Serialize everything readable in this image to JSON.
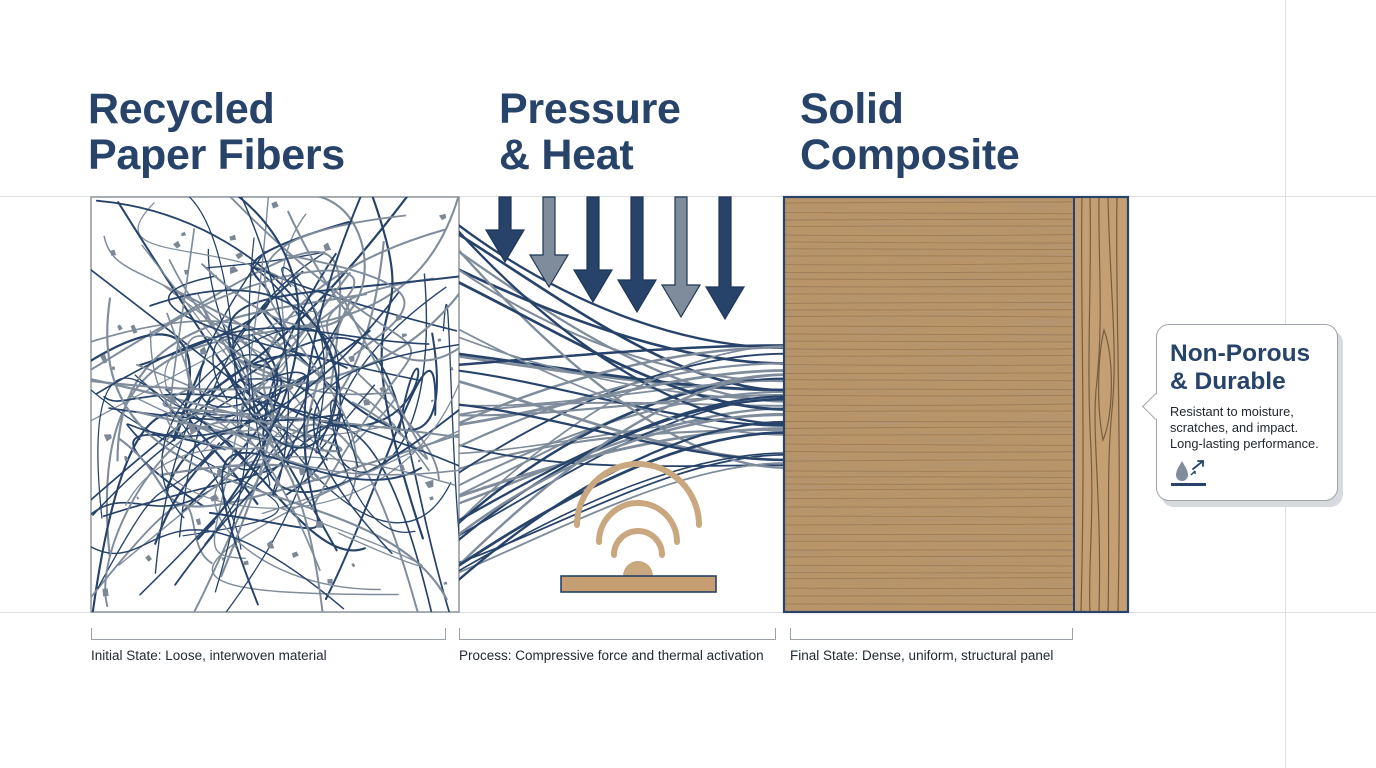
{
  "sections": [
    {
      "title_line1": "Recycled",
      "title_line2": "Paper Fibers",
      "caption": "Initial State: Loose, interwoven material"
    },
    {
      "title_line1": "Pressure",
      "title_line2": "& Heat",
      "caption": "Process: Compressive force and thermal activation"
    },
    {
      "title_line1": "Solid",
      "title_line2": "Composite",
      "caption": "Final State: Dense, uniform, structural panel"
    }
  ],
  "callout": {
    "title_line1": "Non-Porous",
    "title_line2": "& Durable",
    "body_line1": "Resistant to moisture,",
    "body_line2": "scratches, and impact.",
    "body_line3": "Long-lasting performance.",
    "icon": "water-resistant-icon"
  },
  "icons": {
    "pressure": "down-arrow-icon",
    "heat": "heat-waves-icon"
  },
  "colors": {
    "navy": "#27436a",
    "slate": "#7f8c9b",
    "wood": "#b89469",
    "heat": "#c9a77f",
    "guide": "#dcdfe3"
  }
}
